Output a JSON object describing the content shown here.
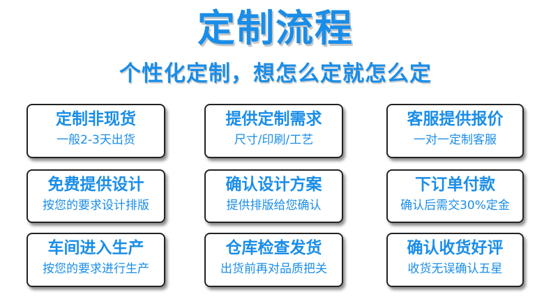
{
  "header": {
    "title": "定制流程",
    "subtitle": "个性化定制，想怎么定就怎么定"
  },
  "colors": {
    "accent": "#1a8de8",
    "border": "#222222",
    "background": "#ffffff"
  },
  "steps": [
    {
      "title": "定制非现货",
      "desc": "一般2-3天出货"
    },
    {
      "title": "提供定制需求",
      "desc": "尺寸/印刷/工艺"
    },
    {
      "title": "客服提供报价",
      "desc": "一对一定制客服"
    },
    {
      "title": "免费提供设计",
      "desc": "按您的要求设计排版"
    },
    {
      "title": "确认设计方案",
      "desc": "提供排版给您确认"
    },
    {
      "title": "下订单付款",
      "desc": "确认后需交30%定金"
    },
    {
      "title": "车间进入生产",
      "desc": "按您的要求进行生产"
    },
    {
      "title": "仓库检查发货",
      "desc": "出货前再对品质把关"
    },
    {
      "title": "确认收货好评",
      "desc": "收货无误确认五星"
    }
  ]
}
